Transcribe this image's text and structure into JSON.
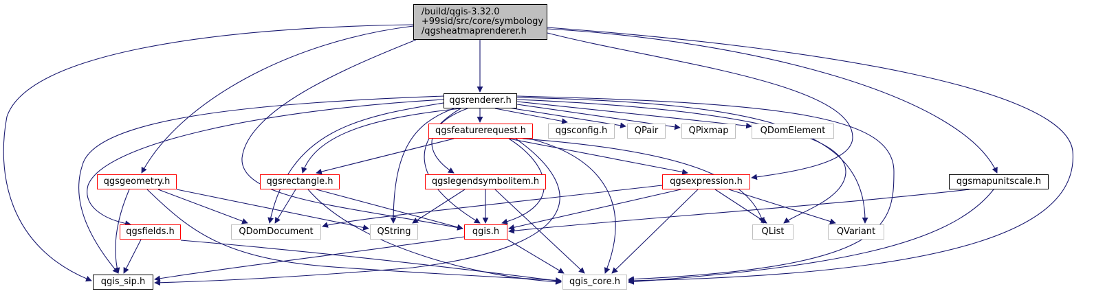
{
  "diagram": {
    "colors": {
      "edge": "#191970",
      "border_link": "#000000",
      "border_truncated": "#ff0000",
      "border_external": "#bfbfbf",
      "root_fill": "#bfbfbf"
    },
    "root": {
      "lines": [
        "/build/qgis-3.32.0",
        "+99sid/src/core/symbology",
        "/qgsheatmaprenderer.h"
      ]
    },
    "nodes": {
      "qgsrenderer": {
        "label": "qgsrenderer.h"
      },
      "qgsfeaturerequest": {
        "label": "qgsfeaturerequest.h"
      },
      "qgsconfig": {
        "label": "qgsconfig.h"
      },
      "qpair": {
        "label": "QPair"
      },
      "qpixmap": {
        "label": "QPixmap"
      },
      "qdomelement": {
        "label": "QDomElement"
      },
      "qgsgeometry": {
        "label": "qgsgeometry.h"
      },
      "qgsrectangle": {
        "label": "qgsrectangle.h"
      },
      "qgslegendsymbolitem": {
        "label": "qgslegendsymbolitem.h"
      },
      "qgsexpression": {
        "label": "qgsexpression.h"
      },
      "qgsmapunitscale": {
        "label": "qgsmapunitscale.h"
      },
      "qgsfields": {
        "label": "qgsfields.h"
      },
      "qdomdocument": {
        "label": "QDomDocument"
      },
      "qstring": {
        "label": "QString"
      },
      "qgis": {
        "label": "qgis.h"
      },
      "qlist": {
        "label": "QList"
      },
      "qvariant": {
        "label": "QVariant"
      },
      "qgis_sip": {
        "label": "qgis_sip.h"
      },
      "qgis_core": {
        "label": "qgis_core.h"
      }
    }
  }
}
